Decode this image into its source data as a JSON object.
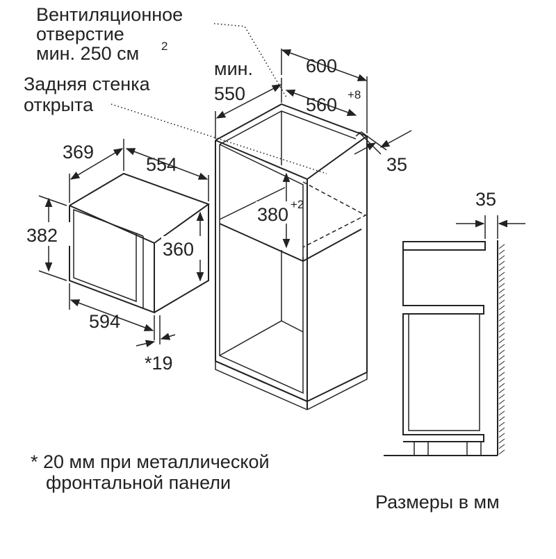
{
  "notes": {
    "vent_line1": "Вентиляционное",
    "vent_line2": "отверстие",
    "vent_line3": "мин. 250 см",
    "vent_sup": "2",
    "back_line1": "Задняя стенка",
    "back_line2": "открыта",
    "footnote_line1": "* 20 мм при металлической",
    "footnote_line2": "фронтальной панели",
    "units": "Размеры в мм"
  },
  "dims": {
    "min_label": "мин.",
    "min_depth": "550",
    "cab_width": "600",
    "niche_width": "560",
    "niche_width_tol": "+8",
    "cab_side_gap": "35",
    "niche_height": "380",
    "niche_height_tol": "+2",
    "oven_depth": "369",
    "oven_width_top": "554",
    "oven_height": "382",
    "oven_inner_height": "360",
    "oven_front_width": "594",
    "front_offset": "*19",
    "side_gap": "35"
  }
}
